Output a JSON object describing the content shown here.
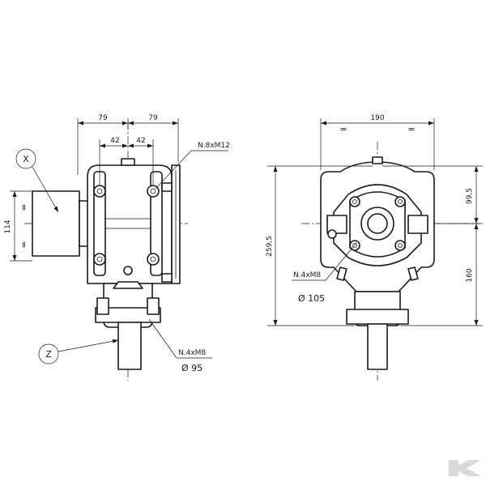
{
  "side_view": {
    "dim_top_left": "79",
    "dim_top_right": "79",
    "dim_inner_left": "42",
    "dim_inner_right": "42",
    "bolt_spec_top": "N.8xM12",
    "height_dim": "114",
    "eq_mark_top": "=",
    "eq_mark_bottom": "=",
    "bolt_spec_bottom": "N.4xM8",
    "diameter_bottom": "Ø 95",
    "label_x": "X",
    "label_z": "Z"
  },
  "front_view": {
    "width_dim": "190",
    "eq_mark_left": "=",
    "eq_mark_right": "=",
    "total_height": "259,5",
    "upper_height": "99,5",
    "lower_height": "160",
    "bolt_spec": "N.4xM8",
    "diameter": "Ø 105"
  },
  "brand_logo": "K"
}
